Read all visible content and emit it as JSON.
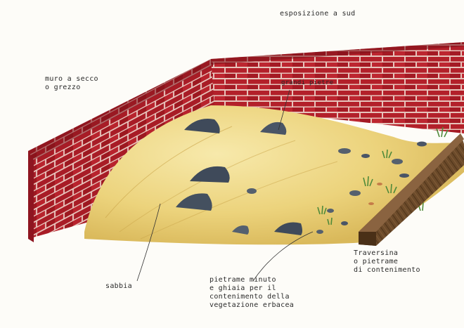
{
  "labels": {
    "exposure": "esposizione a sud",
    "wall": "muro a secco\no grezzo",
    "large_stones": "grandi pietre",
    "sand": "sabbia",
    "crosstie": "Traversina\no pietrame\ndi contenimento",
    "gravel": "pietrame minuto\ne ghiaia per il\ncontenimento della\nvegetazione erbacea"
  },
  "colors": {
    "brick": "#b3202a",
    "brick_dark": "#7a1018",
    "mortar": "#e9c9c2",
    "sand": "#ecd37c",
    "sand_light": "#f6e6a4",
    "stone": "#3f4a5a",
    "timber": "#6b4a2a",
    "grass": "#4f8a3a"
  }
}
